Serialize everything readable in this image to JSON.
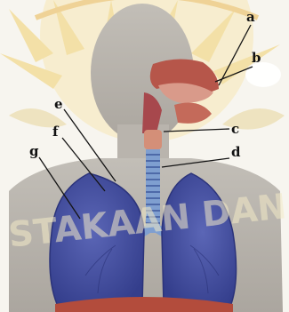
{
  "diagram": {
    "labels": {
      "a": "a",
      "b": "b",
      "c": "c",
      "d": "d",
      "e": "e",
      "f": "f",
      "g": "g"
    },
    "watermark": {
      "text": "STAKAAN DAN B",
      "color": "#f2e9c6"
    },
    "colors": {
      "body": "#b7b2ab",
      "lung": "#4b57a8",
      "lung_dark": "#323c86",
      "trachea": "#7f9fd0",
      "nasal_cavity": "#b6564a",
      "logo_accent": "#f2c94c"
    }
  }
}
